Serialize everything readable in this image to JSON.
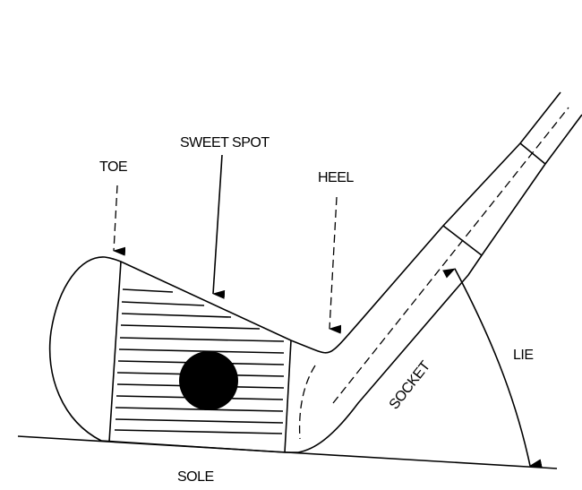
{
  "diagram": {
    "labels": {
      "toe": "TOE",
      "sweet_spot": "SWEET SPOT",
      "heel": "HEEL",
      "lie": "LIE",
      "socket": "SOCKET",
      "sole": "SOLE"
    },
    "colors": {
      "ink": "#000000",
      "background": "#ffffff"
    }
  }
}
